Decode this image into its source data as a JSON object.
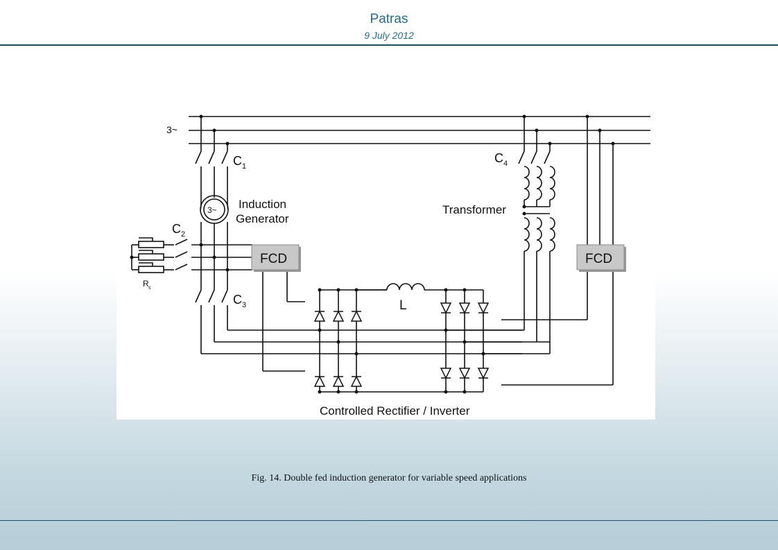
{
  "header": {
    "place": "Patras",
    "date": "9 July 2012"
  },
  "diagram": {
    "supply_label": "3~",
    "c1": "C",
    "c1_sub": "1",
    "c2": "C",
    "c2_sub": "2",
    "c3": "C",
    "c3_sub": "3",
    "c4": "C",
    "c4_sub": "4",
    "generator_symbol": "3~",
    "generator_line1": "Induction",
    "generator_line2": "Generator",
    "rs": "R",
    "rs_sub": "s",
    "fcd_left": "FCD",
    "fcd_right": "FCD",
    "transformer": "Transformer",
    "inductor": "L",
    "converter": "Controlled Rectifier / Inverter"
  },
  "caption": "Fig. 14. Double fed induction generator for variable speed applications",
  "colors": {
    "accent": "#1f6f8c",
    "rule": "#1c4f63",
    "fcd_fill": "#c8c8c8"
  }
}
